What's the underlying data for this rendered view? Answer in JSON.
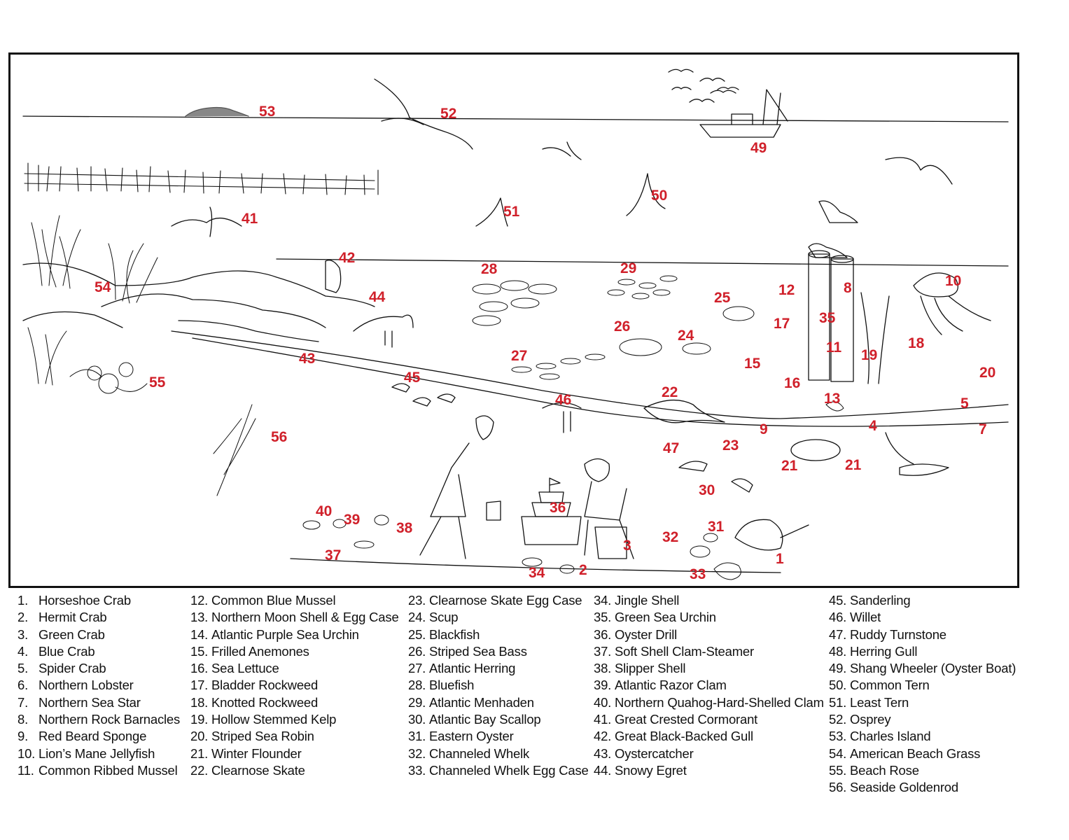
{
  "colors": {
    "label": "#d0202a",
    "ink": "#111111",
    "frame": "#111111"
  },
  "scene": {
    "labels": [
      "1",
      "2",
      "3",
      "4",
      "5",
      "7",
      "8",
      "9",
      "10",
      "11",
      "12",
      "13",
      "15",
      "16",
      "17",
      "18",
      "19",
      "20",
      "21",
      "21",
      "22",
      "23",
      "24",
      "25",
      "26",
      "27",
      "28",
      "29",
      "30",
      "31",
      "32",
      "33",
      "34",
      "35",
      "36",
      "37",
      "38",
      "39",
      "40",
      "41",
      "42",
      "43",
      "44",
      "45",
      "46",
      "47",
      "49",
      "50",
      "51",
      "52",
      "53",
      "54",
      "55",
      "56"
    ]
  },
  "legend": {
    "col1": [
      "1.",
      "Horseshoe Crab",
      "2.",
      "Hermit Crab",
      "3.",
      "Green Crab",
      "4.",
      "Blue Crab",
      "5.",
      "Spider Crab",
      "6.",
      "Northern Lobster",
      "7.",
      "Northern Sea Star",
      "8.",
      "Northern Rock Barnacles",
      "9.",
      "Red Beard Sponge",
      "10.",
      "Lion’s Mane Jellyfish",
      "11.",
      "Common Ribbed Mussel"
    ],
    "col2": [
      "12.",
      "Common Blue Mussel",
      "13.",
      "Northern Moon Shell & Egg Case",
      "14.",
      "Atlantic Purple Sea Urchin",
      "15.",
      "Frilled Anemones",
      "16.",
      "Sea Lettuce",
      "17.",
      "Bladder Rockweed",
      "18.",
      "Knotted Rockweed",
      "19.",
      "Hollow Stemmed Kelp",
      "20.",
      "Striped Sea Robin",
      "21.",
      "Winter Flounder",
      "22.",
      "Clearnose Skate"
    ],
    "col3": [
      "23.",
      "Clearnose Skate Egg Case",
      "24.",
      "Scup",
      "25.",
      "Blackfish",
      "26.",
      "Striped Sea Bass",
      "27.",
      "Atlantic Herring",
      "28.",
      "Bluefish",
      "29.",
      "Atlantic Menhaden",
      "30.",
      "Atlantic Bay Scallop",
      "31.",
      "Eastern Oyster",
      "32.",
      "Channeled Whelk",
      "33.",
      "Channeled Whelk Egg Case"
    ],
    "col4": [
      "34.",
      "Jingle Shell",
      "35.",
      "Green Sea Urchin",
      "36.",
      "Oyster Drill",
      "37.",
      "Soft Shell Clam-Steamer",
      "38.",
      "Slipper Shell",
      "39.",
      "Atlantic Razor Clam",
      "40.",
      "Northern Quahog-Hard-Shelled Clam",
      "41.",
      "Great Crested Cormorant",
      "42.",
      "Great Black-Backed Gull",
      "43.",
      "Oystercatcher",
      "44.",
      "Snowy Egret"
    ],
    "col5": [
      "45.",
      "Sanderling",
      "46.",
      "Willet",
      "47.",
      "Ruddy Turnstone",
      "48.",
      "Herring Gull",
      "49.",
      "Shang Wheeler (Oyster Boat)",
      "50.",
      "Common Tern",
      "51.",
      "Least Tern",
      "52.",
      "Osprey",
      "53.",
      "Charles Island",
      "54.",
      "American Beach Grass",
      "55.",
      "Beach Rose",
      "56.",
      "Seaside Goldenrod"
    ]
  }
}
